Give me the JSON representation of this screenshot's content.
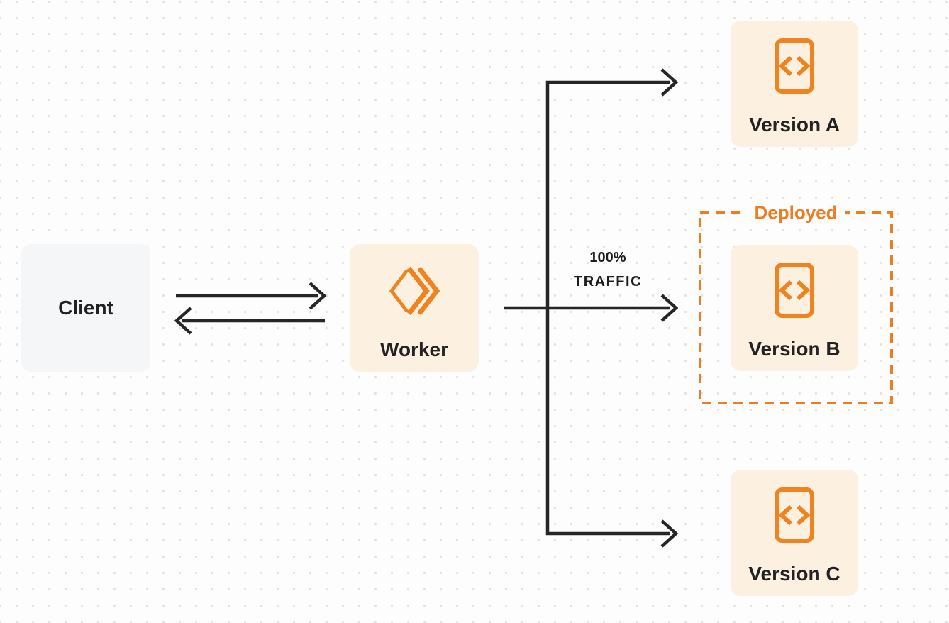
{
  "colors": {
    "background": "#fdfdfe",
    "dot": "#e2e2e6",
    "client_box": "#f5f6f8",
    "cream_box": "#fcf0e1",
    "orange": "#f0821f",
    "deployed_orange": "#ee7d22",
    "line": "#262626",
    "text_dark": "#222222"
  },
  "nodes": {
    "client": {
      "label": "Client"
    },
    "worker": {
      "label": "Worker",
      "icon": "workers-logo-icon"
    },
    "versions": [
      {
        "id": "version-a",
        "label": "Version A",
        "icon": "code-file-icon"
      },
      {
        "id": "version-b",
        "label": "Version B",
        "icon": "code-file-icon"
      },
      {
        "id": "version-c",
        "label": "Version C",
        "icon": "code-file-icon"
      }
    ]
  },
  "annotations": {
    "deployed_label": "Deployed",
    "traffic_line1": "100%",
    "traffic_line2": "TRAFFIC"
  }
}
